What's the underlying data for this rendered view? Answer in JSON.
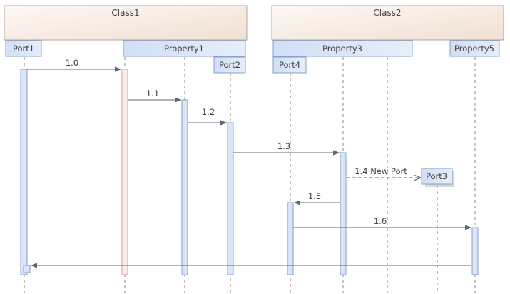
{
  "diagram": {
    "classes": [
      {
        "id": "class1",
        "label": "Class1"
      },
      {
        "id": "class2",
        "label": "Class2"
      }
    ],
    "parts": [
      {
        "id": "port1",
        "label": "Port1"
      },
      {
        "id": "property1",
        "label": "Property1"
      },
      {
        "id": "port2",
        "label": "Port2"
      },
      {
        "id": "port4",
        "label": "Port4"
      },
      {
        "id": "property3",
        "label": "Property3"
      },
      {
        "id": "property5",
        "label": "Property5"
      },
      {
        "id": "port3",
        "label": "Port3"
      }
    ],
    "messages": [
      {
        "id": "m1_0",
        "label": "1.0",
        "style": "sync"
      },
      {
        "id": "m1_1",
        "label": "1.1",
        "style": "sync"
      },
      {
        "id": "m1_2",
        "label": "1.2",
        "style": "sync"
      },
      {
        "id": "m1_3",
        "label": "1.3",
        "style": "sync"
      },
      {
        "id": "m1_4",
        "label": "1.4 New Port",
        "style": "create"
      },
      {
        "id": "m1_5",
        "label": "1.5",
        "style": "sync"
      },
      {
        "id": "m1_6",
        "label": "1.6",
        "style": "sync"
      },
      {
        "id": "m_return",
        "label": "",
        "style": "return"
      }
    ],
    "colors": {
      "class_fill_top": "#fdf7f2",
      "class_fill_bottom": "#f2e4d8",
      "class_border": "#a8a8a8",
      "part_fill": "#d8e6fa",
      "part_border": "#8a9fc2",
      "activation_fill": "#d9e5f8",
      "activation_pink": "#fbeee8",
      "line": "#5a6878",
      "lifeline": "#8a8a8a"
    }
  }
}
